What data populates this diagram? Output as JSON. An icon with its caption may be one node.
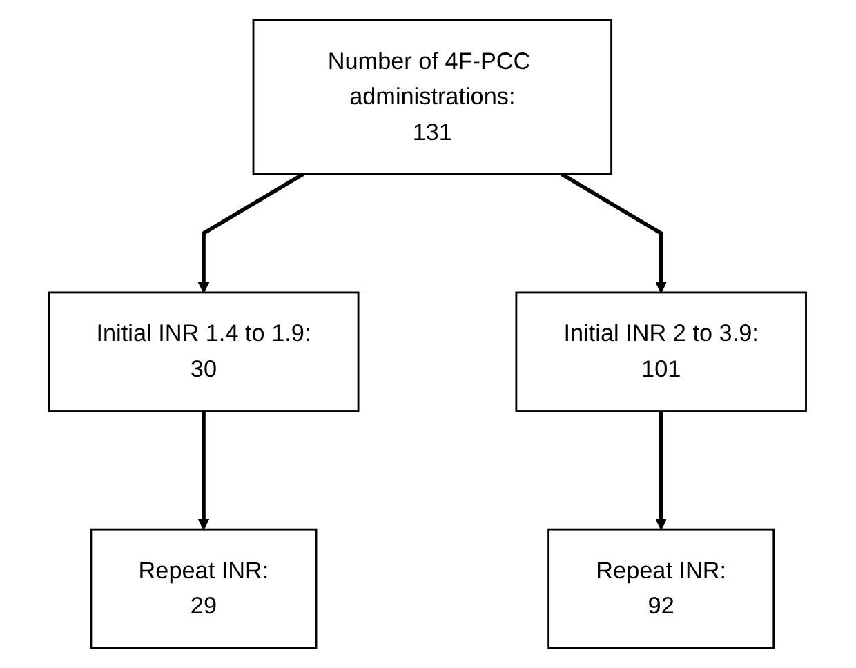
{
  "diagram": {
    "nodes": [
      {
        "text": [
          "Number of 4F-PCC administrations:",
          "131"
        ]
      },
      {
        "text": [
          "Initial INR 1.4 to 1.9:",
          "30"
        ]
      },
      {
        "text": [
          "Initial INR 2 to 3.9:",
          "101"
        ]
      },
      {
        "text": [
          "Repeat INR:",
          "29"
        ]
      },
      {
        "text": [
          "Repeat INR:",
          "92"
        ]
      }
    ],
    "edges": [
      {
        "from": 0,
        "to": 1,
        "arrow": "to"
      },
      {
        "from": 0,
        "to": 2,
        "arrow": "to"
      },
      {
        "from": 1,
        "to": 3,
        "arrow": "to"
      },
      {
        "from": 2,
        "to": 4,
        "arrow": "to"
      }
    ]
  }
}
